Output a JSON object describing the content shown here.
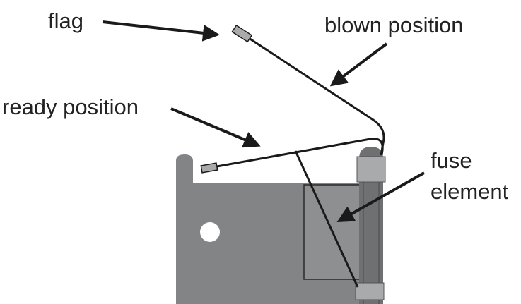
{
  "labels": {
    "flag": "flag",
    "blown_position": "blown position",
    "ready_position": "ready position",
    "fuse_line1": "fuse",
    "fuse_line2": "element"
  },
  "colors": {
    "body": "#838486",
    "outline": "#1a1a1a",
    "tube": "#6f7072",
    "ferrule": "#a9aaac",
    "text": "#222222",
    "hole": "#ffffff"
  }
}
